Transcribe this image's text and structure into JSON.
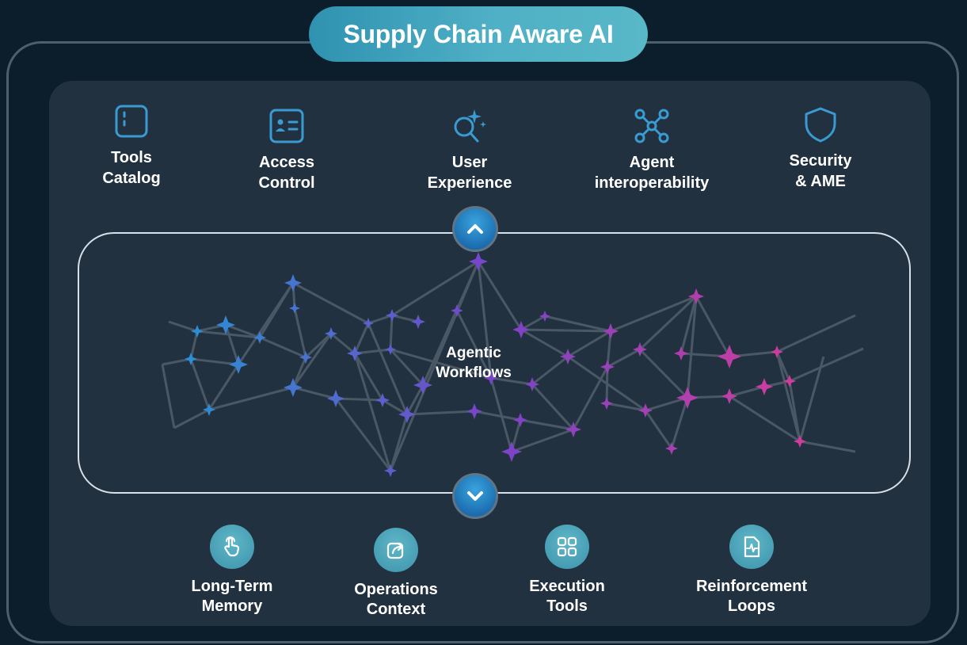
{
  "title": "Supply Chain Aware AI",
  "top_capabilities": [
    {
      "label_line1": "Tools",
      "label_line2": "Catalog",
      "icon": "catalog-icon"
    },
    {
      "label_line1": "Access",
      "label_line2": "Control",
      "icon": "id-card-icon"
    },
    {
      "label_line1": "User",
      "label_line2": "Experience",
      "icon": "sparkle-search-icon"
    },
    {
      "label_line1": "Agent",
      "label_line2": "interoperability",
      "icon": "network-nodes-icon"
    },
    {
      "label_line1": "Security",
      "label_line2": "& AME",
      "icon": "shield-icon"
    }
  ],
  "center": {
    "line1": "Agentic",
    "line2": "Workflows"
  },
  "bottom_capabilities": [
    {
      "label_line1": "Long-Term",
      "label_line2": "Memory",
      "icon": "touch-hand-icon"
    },
    {
      "label_line1": "Operations",
      "label_line2": "Context",
      "icon": "share-icon"
    },
    {
      "label_line1": "Execution",
      "label_line2": "Tools",
      "icon": "grid-apps-icon"
    },
    {
      "label_line1": "Reinforcement",
      "label_line2": "Loops",
      "icon": "pulse-document-icon"
    }
  ],
  "colors": {
    "background": "#0c1d2b",
    "panel": "#223140",
    "accent_teal": "#4fb0c6",
    "node_blue": "#2a8fd4",
    "node_purple": "#7a43c9",
    "node_magenta": "#d13c9c",
    "edge": "#4a5866"
  }
}
